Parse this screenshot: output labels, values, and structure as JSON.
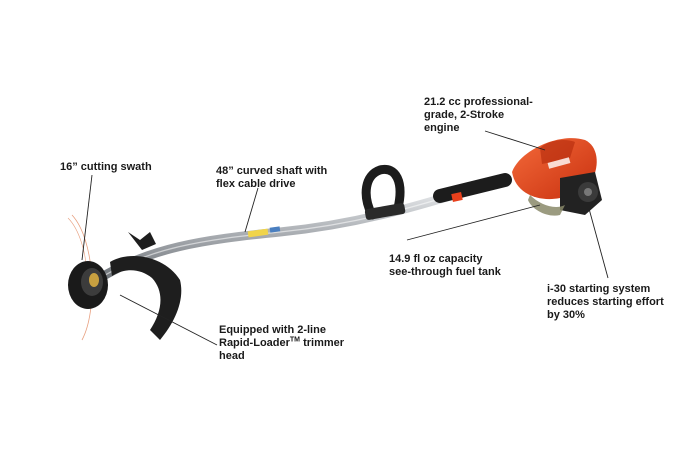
{
  "callouts": {
    "cutting_swath": {
      "line1": "16” cutting swath"
    },
    "shaft": {
      "line1": "48” curved shaft with",
      "line2": "flex cable drive"
    },
    "engine": {
      "line1": "21.2 cc professional-",
      "line2": "grade, 2-Stroke",
      "line3": "engine"
    },
    "fuel_tank": {
      "line1": "14.9 fl oz capacity",
      "line2": "see-through fuel tank"
    },
    "starting_system": {
      "line1": "i-30 starting system",
      "line2": "reduces starting effort",
      "line3": "by 30%"
    },
    "trimmer_head": {
      "line1": "Equipped with 2-line",
      "line2_a": "Rapid-Loader",
      "line2_tm": "TM",
      "line2_b": " trimmer",
      "line3": "head"
    }
  },
  "colors": {
    "engine_orange": "#e8401c",
    "shaft_silver": "#b9bcc0",
    "grip_black": "#1c1c1c",
    "cut_line_orange": "#e8a080"
  }
}
